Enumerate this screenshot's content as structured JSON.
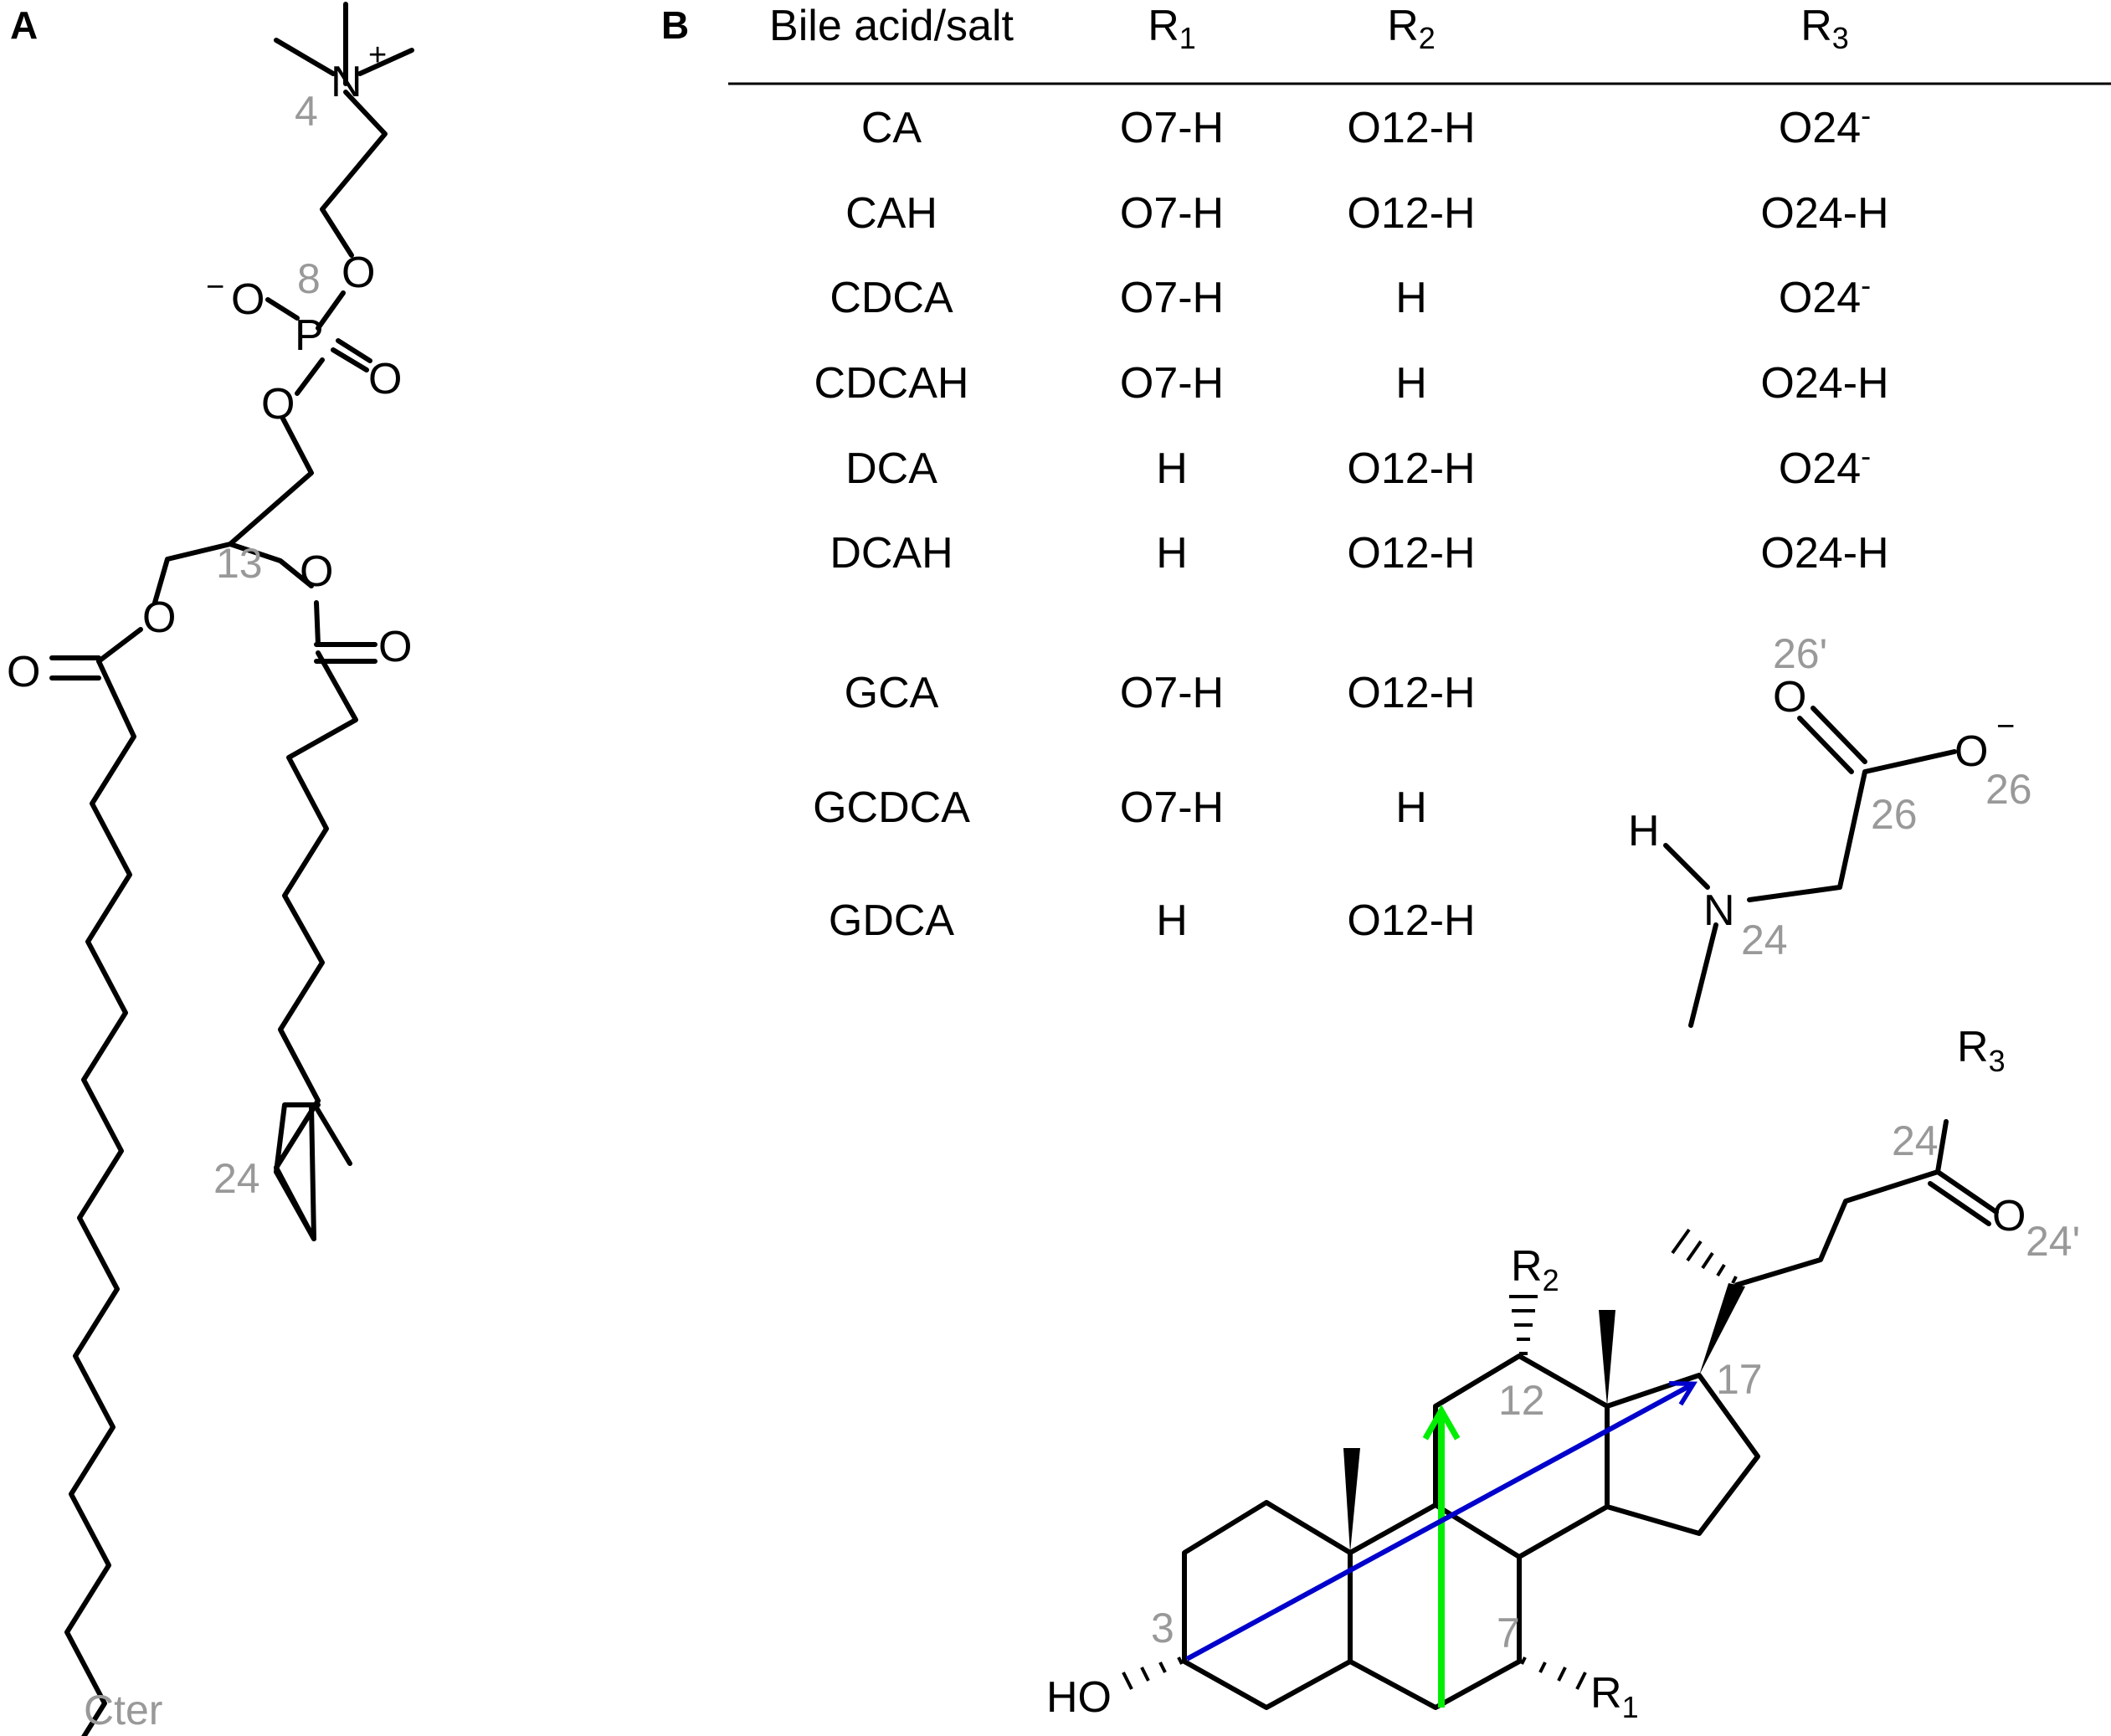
{
  "panels": {
    "a": "A",
    "b": "B"
  },
  "colors": {
    "bond": "#000000",
    "atom_number": "#999999",
    "green_arrow": "#00ee00",
    "blue_arrow": "#0000cc"
  },
  "lipid": {
    "n_plus": "N",
    "plus": "+",
    "minus": "−",
    "o_minus": "O",
    "o_ester": "O",
    "o_double": "O",
    "p": "P",
    "o_glycerol": "O",
    "o_sn1": "O",
    "o_sn2": "O",
    "o_c1": "O",
    "o_c2": "O",
    "num_4": "4",
    "num_8": "8",
    "num_13": "13",
    "num_24": "24",
    "cter": "Cter"
  },
  "table": {
    "headers": {
      "name": "Bile acid/salt",
      "r1": "R",
      "r1_sub": "1",
      "r2": "R",
      "r2_sub": "2",
      "r3": "R",
      "r3_sub": "3"
    },
    "rows": [
      {
        "name": "CA",
        "r1": "O7-H",
        "r2": "O12-H",
        "r3": "O24",
        "r3_sup": "-"
      },
      {
        "name": "CAH",
        "r1": "O7-H",
        "r2": "O12-H",
        "r3": "O24-H",
        "r3_sup": ""
      },
      {
        "name": "CDCA",
        "r1": "O7-H",
        "r2": "H",
        "r3": "O24",
        "r3_sup": "-"
      },
      {
        "name": "CDCAH",
        "r1": "O7-H",
        "r2": "H",
        "r3": "O24-H",
        "r3_sup": ""
      },
      {
        "name": "DCA",
        "r1": "H",
        "r2": "O12-H",
        "r3": "O24",
        "r3_sup": "-"
      },
      {
        "name": "DCAH",
        "r1": "H",
        "r2": "O12-H",
        "r3": "O24-H",
        "r3_sup": ""
      },
      {
        "name": "GCA",
        "r1": "O7-H",
        "r2": "O12-H"
      },
      {
        "name": "GCDCA",
        "r1": "O7-H",
        "r2": "H"
      },
      {
        "name": "GDCA",
        "r1": "H",
        "r2": "O12-H"
      }
    ]
  },
  "glycine": {
    "num_26p": "26'",
    "o_double": "O",
    "o_minus": "O",
    "minus": "−",
    "num_26a": "26",
    "num_26b": "26",
    "h": "H",
    "n": "N",
    "num_24": "24"
  },
  "steroid": {
    "r3": "R",
    "r3_sub": "3",
    "num_24": "24",
    "o24": "O",
    "num_24p": "24'",
    "r2": "R",
    "r2_sub": "2",
    "num_12": "12",
    "num_17": "17",
    "num_3": "3",
    "num_7": "7",
    "ho": "HO",
    "r1": "R",
    "r1_sub": "1"
  }
}
